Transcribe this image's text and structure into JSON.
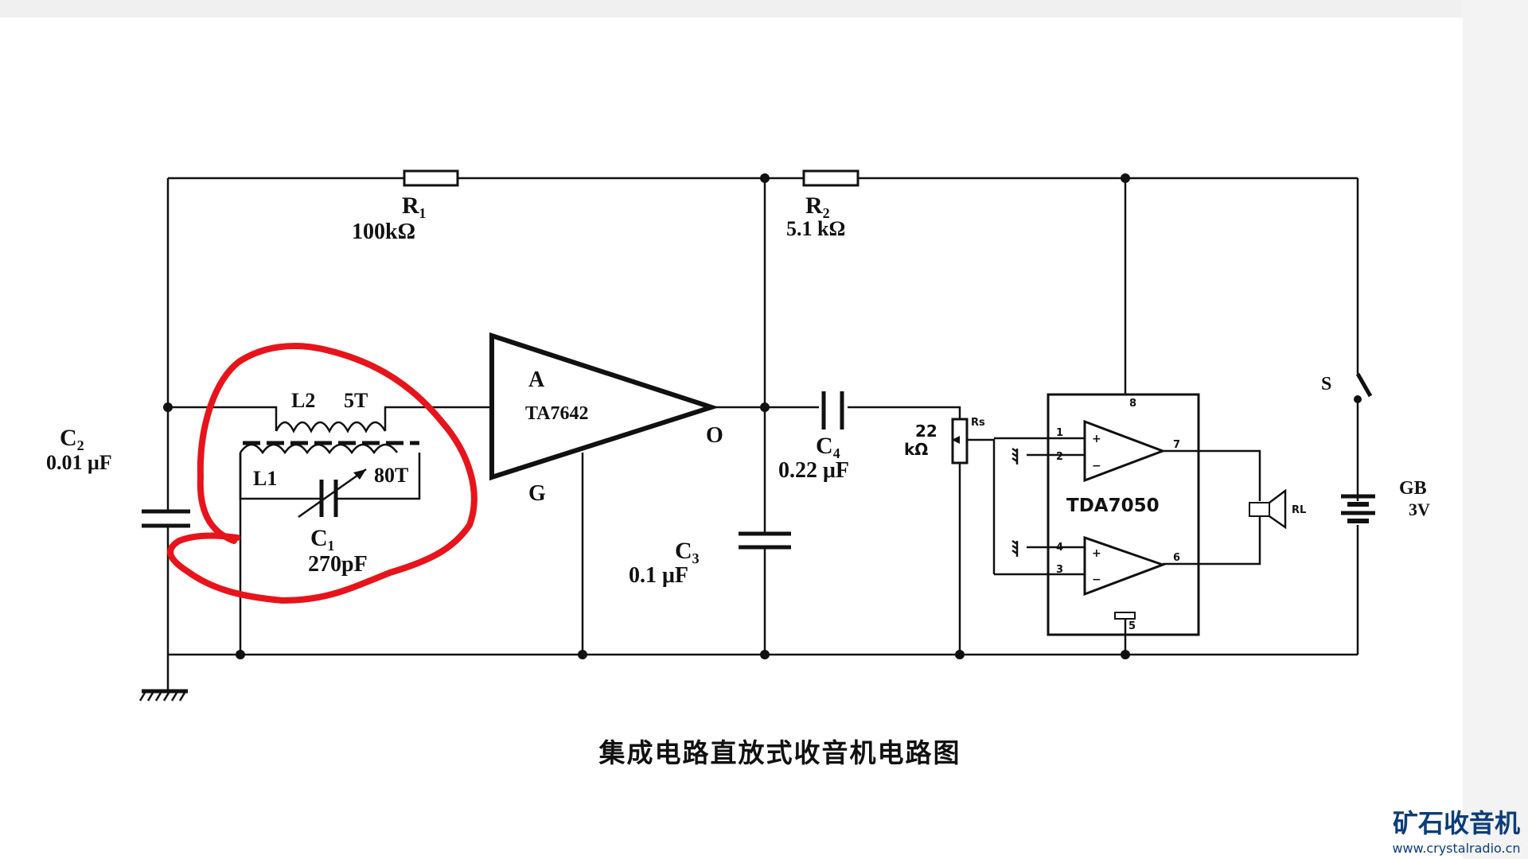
{
  "diagram": {
    "caption": "集成电路直放式收音机电路图",
    "components": {
      "r1": {
        "name": "R₁",
        "value": "100kΩ"
      },
      "r2": {
        "name": "R₂",
        "value": "5.1 kΩ"
      },
      "c1": {
        "name": "C₁",
        "value": "270pF"
      },
      "c2": {
        "name": "C₂",
        "value": "0.01 μF"
      },
      "c3": {
        "name": "C₃",
        "value": "0.1 μF"
      },
      "c4": {
        "name": "C₄",
        "value": "0.22 μF"
      },
      "l1": {
        "name": "L1",
        "turns": "80T"
      },
      "l2": {
        "name": "L2",
        "turns": "5T"
      },
      "ic1": {
        "name": "TA7642",
        "pin_a": "A",
        "pin_o": "O",
        "pin_g": "G"
      },
      "rs": {
        "name": "Rs",
        "value_top": "22",
        "value_bottom": "kΩ"
      },
      "ic2": {
        "name": "TDA7050",
        "pins": [
          "1",
          "2",
          "3",
          "4",
          "5",
          "6",
          "7",
          "8"
        ],
        "plus": "+",
        "minus": "−"
      },
      "speaker": {
        "name": "RL"
      },
      "switch": {
        "name": "S"
      },
      "battery": {
        "name": "GB",
        "value": "3V"
      }
    },
    "annotation_color": "#e8141b"
  },
  "watermark": {
    "title": "矿石收音机",
    "url": "www.crystalradio.cn",
    "color": "#0b3d7a"
  }
}
